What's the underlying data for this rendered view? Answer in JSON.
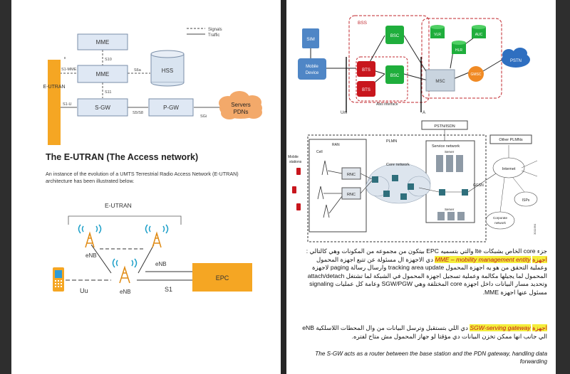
{
  "left_page": {
    "epc_diagram": {
      "legend": {
        "signals": "Signals",
        "traffic": "Traffic"
      },
      "nodes": {
        "mme_top": "MME",
        "mme": "MME",
        "hss": "HSS",
        "eutran": "E-UTRAN",
        "sgw": "S-GW",
        "pgw": "P-GW",
        "servers_line1": "Servers",
        "servers_line2": "PDNs"
      },
      "interfaces": {
        "s10": "S10",
        "s1_mme": "S1-MME",
        "s6a": "S6a",
        "s11": "S11",
        "s1_u": "S1-U",
        "s5s8": "S5/S8",
        "sgi": "SGi"
      }
    },
    "section_title": "The E-UTRAN (The Access network)",
    "intro_text": "An instance of the evolution of a UMTS Terrestrial Radio Access Network (E-UTRAN) architecture has been illustrated below.",
    "eutran_diagram": {
      "group_label": "E-UTRAN",
      "enb_left": "eNB",
      "enb_right": "eNB",
      "enb_center": "eNB",
      "uu": "Uu",
      "s1": "S1",
      "epc": "EPC"
    }
  },
  "right_page": {
    "gsm_diagram": {
      "bss": "BSS",
      "sim": "SIM",
      "mobile_line1": "Mobile",
      "mobile_line2": "Device",
      "bts_top": "BTS",
      "bts_bottom": "BTS",
      "bsc_top": "BSC",
      "bsc_bottom": "BSC",
      "vlr": "VLR",
      "auc": "AUC",
      "hlr": "HLR",
      "msc": "MSC",
      "gmsc": "GMSC",
      "pstn": "PSTN",
      "abis": "Abis Interface",
      "um": "Um",
      "a": "A"
    },
    "plmn_diagram": {
      "pstn_isdn": "PSTN/ISDN",
      "other_plmns": "Other PLMNs",
      "mobile_stations_line1": "Mobile",
      "mobile_stations_line2": "stations",
      "ran": "RAN",
      "cell": "Cell",
      "plmn": "PLMN",
      "core_network": "Core network",
      "service_network": "Service network",
      "server_top": "Server",
      "server_bottom": "Server",
      "rnc_top": "RNC",
      "rnc_bottom": "RNC",
      "internet": "Internet",
      "isps": "ISPs",
      "corporate_line1": "Corporate",
      "corporate_line2": "network",
      "ggsn": "GGSN",
      "ref": "3011664"
    },
    "paragraph1": {
      "intro": "جزء core الخاص بشبكات lte والتي بتسميه EPC بيتكون من مجموعه من المكونات وهي كالتالي :",
      "hl_prefix": "اجهزة",
      "hl_term": "MME – mobility management entity",
      "body": "دي الاجهزة ال مسئولة عن تتبع اجهزة المحمول وعملية التحقق من هو يه اجهزة المحمول tracking area update وارسال رسالة paging لاجهزة المحمول لما يجيلها مكالمة وعملية تسجيل اجهزة المحمول في الشبكة لما تشتغل attach/detach وتحديد مسار البيانات داخل اجهزة core المختلفة وهي SGW/PGW وعامة كل عمليات signaling مسئول عنها اجهزة MME."
    },
    "paragraph2": {
      "hl_prefix": "اجهزة",
      "hl_term": "SGW-serving gateway",
      "body": "دي اللي بتستقبل وترسل البيانات من وال المحطات اللاسلكية eNB الي جانب انها ممكن تخزن البيانات دي مؤقتا لو جهاز المحمول مش متاح لفتره."
    },
    "english_note": "The S-GW acts as a router between the base station and the PDN gateway, handling data forwarding",
    "colors": {
      "mme_box": "#dfe8f4",
      "hss": "#d9e4f0",
      "eutran_orange": "#f5a623",
      "cloud": "#f3a96a",
      "green": "#1fae3c",
      "red_bts": "#c8161d",
      "blue_node": "#4f86c6",
      "highlight": "#f4ee3c"
    }
  }
}
